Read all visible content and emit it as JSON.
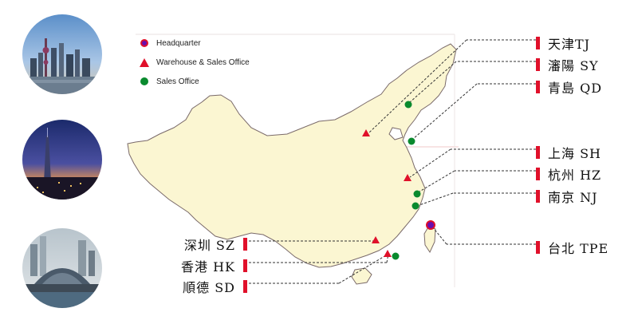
{
  "legend": {
    "headquarter": "Headquarter",
    "warehouse": "Warehouse & Sales Office",
    "sales_office": "Sales Office"
  },
  "photos": [
    {
      "icon": "shanghai-skyline-photo"
    },
    {
      "icon": "taipei-101-night-photo"
    },
    {
      "icon": "hong-kong-convention-centre-photo"
    }
  ],
  "cities_right": [
    {
      "name": "天津TJ"
    },
    {
      "name": "瀋陽 SY"
    },
    {
      "name": "青島 QD"
    },
    {
      "name": "上海 SH"
    },
    {
      "name": "杭州 HZ"
    },
    {
      "name": "南京 NJ"
    },
    {
      "name": "台北 TPE"
    }
  ],
  "cities_left": [
    {
      "name": "深圳 SZ"
    },
    {
      "name": "香港 HK"
    },
    {
      "name": "順德 SD"
    }
  ],
  "colors": {
    "map_fill": "#fbf6d2",
    "marker_red": "#e0102a",
    "marker_green": "#0a8a2e",
    "hq_purple": "#6a0dad"
  }
}
